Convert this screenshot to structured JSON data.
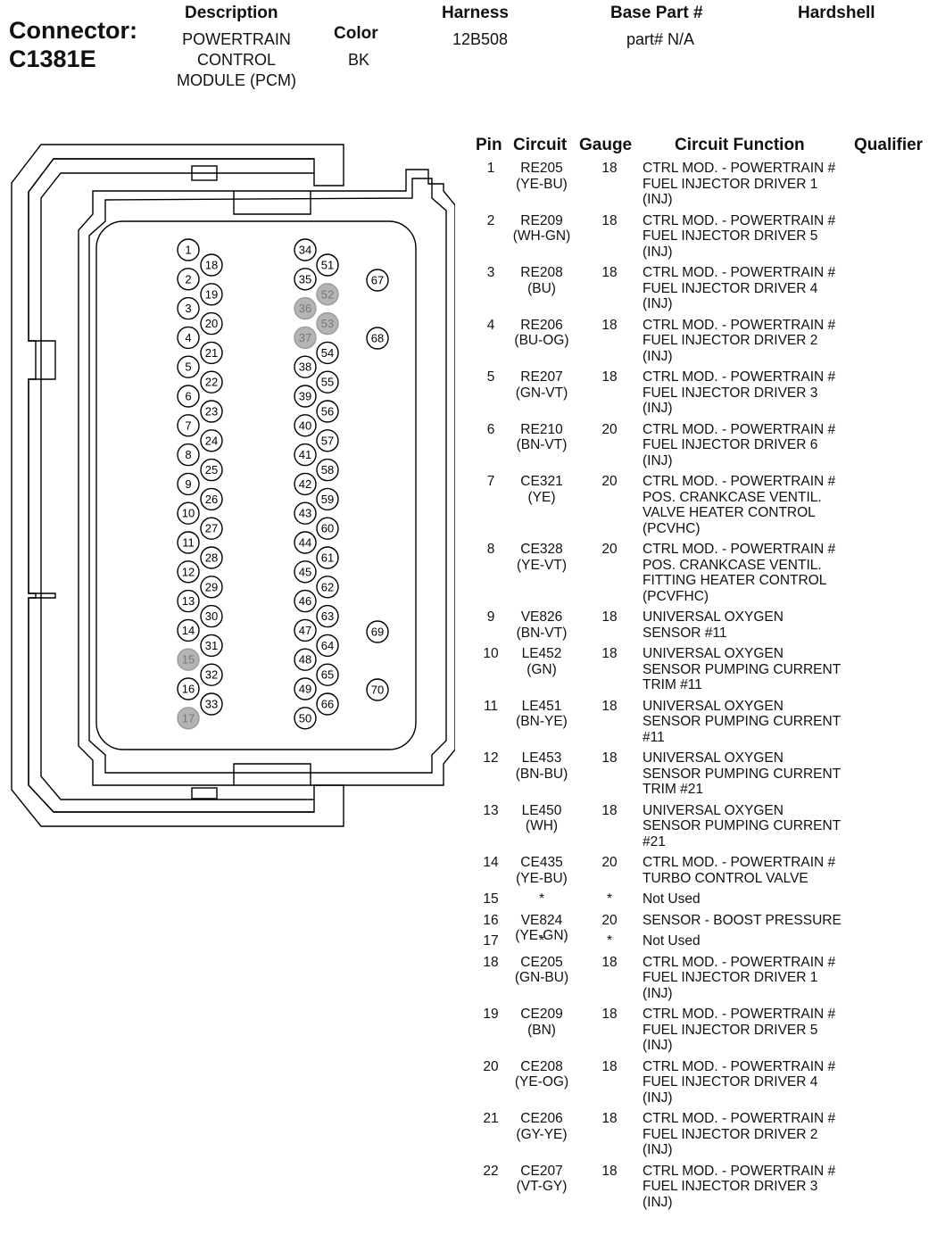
{
  "header": {
    "connector_label": "Connector:",
    "connector_id": "C1381E",
    "description_label": "Description",
    "description_lines": [
      "POWERTRAIN",
      "CONTROL",
      "MODULE (PCM)"
    ],
    "color_label": "Color",
    "color_value": "BK",
    "harness_label": "Harness",
    "harness_value": "12B508",
    "base_part_label": "Base Part #",
    "base_part_value": "part# N/A",
    "hardshell_label": "Hardshell"
  },
  "table_headers": {
    "pin": "Pin",
    "circuit": "Circuit",
    "gauge": "Gauge",
    "function": "Circuit Function",
    "qualifier": "Qualifier"
  },
  "connector": {
    "unused_pins": [
      15,
      17,
      36,
      37,
      52,
      53
    ],
    "pin_columns": [
      {
        "name": "column-a",
        "pins": [
          1,
          2,
          3,
          4,
          5,
          6,
          7,
          8,
          9,
          10,
          11,
          12,
          13,
          14,
          15,
          16,
          17
        ]
      },
      {
        "name": "column-b",
        "pins": [
          18,
          19,
          20,
          21,
          22,
          23,
          24,
          25,
          26,
          27,
          28,
          29,
          30,
          31,
          32,
          33
        ]
      },
      {
        "name": "column-c",
        "pins": [
          34,
          35,
          36,
          37,
          38,
          39,
          40,
          41,
          42,
          43,
          44,
          45,
          46,
          47,
          48,
          49,
          50
        ]
      },
      {
        "name": "column-d",
        "pins": [
          51,
          52,
          53,
          54,
          55,
          56,
          57,
          58,
          59,
          60,
          61,
          62,
          63,
          64,
          65,
          66
        ]
      },
      {
        "name": "column-e",
        "pins": [
          67,
          68,
          69,
          70
        ]
      }
    ]
  },
  "pins": [
    {
      "pin": "1",
      "circuit": "RE205",
      "color": "(YE-BU)",
      "gauge": "18",
      "function": [
        "CTRL MOD. - POWERTRAIN #",
        "FUEL INJECTOR DRIVER 1",
        "(INJ)"
      ]
    },
    {
      "pin": "2",
      "circuit": "RE209",
      "color": "(WH-GN)",
      "gauge": "18",
      "function": [
        "CTRL MOD. - POWERTRAIN #",
        "FUEL INJECTOR DRIVER 5",
        "(INJ)"
      ]
    },
    {
      "pin": "3",
      "circuit": "RE208",
      "color": "(BU)",
      "gauge": "18",
      "function": [
        "CTRL MOD. - POWERTRAIN #",
        "FUEL INJECTOR DRIVER 4",
        "(INJ)"
      ]
    },
    {
      "pin": "4",
      "circuit": "RE206",
      "color": "(BU-OG)",
      "gauge": "18",
      "function": [
        "CTRL MOD. - POWERTRAIN #",
        "FUEL INJECTOR DRIVER 2",
        "(INJ)"
      ]
    },
    {
      "pin": "5",
      "circuit": "RE207",
      "color": "(GN-VT)",
      "gauge": "18",
      "function": [
        "CTRL MOD. - POWERTRAIN #",
        "FUEL INJECTOR DRIVER 3",
        "(INJ)"
      ]
    },
    {
      "pin": "6",
      "circuit": "RE210",
      "color": "(BN-VT)",
      "gauge": "20",
      "function": [
        "CTRL MOD. - POWERTRAIN #",
        "FUEL INJECTOR DRIVER 6",
        "(INJ)"
      ]
    },
    {
      "pin": "7",
      "circuit": "CE321",
      "color": "(YE)",
      "gauge": "20",
      "function": [
        "CTRL MOD. - POWERTRAIN #",
        "POS. CRANKCASE VENTIL.",
        "VALVE HEATER CONTROL",
        "(PCVHC)"
      ]
    },
    {
      "pin": "8",
      "circuit": "CE328",
      "color": "(YE-VT)",
      "gauge": "20",
      "function": [
        "CTRL MOD. - POWERTRAIN #",
        "POS. CRANKCASE VENTIL.",
        "FITTING HEATER CONTROL",
        "(PCVFHC)"
      ]
    },
    {
      "pin": "9",
      "circuit": "VE826",
      "color": "(BN-VT)",
      "gauge": "18",
      "function": [
        "UNIVERSAL OXYGEN",
        "SENSOR #11"
      ]
    },
    {
      "pin": "10",
      "circuit": "LE452",
      "color": "(GN)",
      "gauge": "18",
      "function": [
        "UNIVERSAL OXYGEN",
        "SENSOR PUMPING CURRENT",
        "TRIM #11"
      ]
    },
    {
      "pin": "11",
      "circuit": "LE451",
      "color": "(BN-YE)",
      "gauge": "18",
      "function": [
        "UNIVERSAL OXYGEN",
        "SENSOR PUMPING CURRENT",
        "#11"
      ]
    },
    {
      "pin": "12",
      "circuit": "LE453",
      "color": "(BN-BU)",
      "gauge": "18",
      "function": [
        "UNIVERSAL OXYGEN",
        "SENSOR PUMPING CURRENT",
        "TRIM #21"
      ]
    },
    {
      "pin": "13",
      "circuit": "LE450",
      "color": "(WH)",
      "gauge": "18",
      "function": [
        "UNIVERSAL OXYGEN",
        "SENSOR PUMPING CURRENT",
        "#21"
      ]
    },
    {
      "pin": "14",
      "circuit": "CE435",
      "color": "(YE-BU)",
      "gauge": "20",
      "function": [
        "CTRL MOD. - POWERTRAIN #",
        "TURBO CONTROL VALVE"
      ]
    },
    {
      "pin": "15",
      "circuit": "*",
      "color": "",
      "gauge": "*",
      "function": [
        "Not Used"
      ]
    },
    {
      "pin": "16",
      "circuit": "VE824",
      "color": "(YE-GN)",
      "gauge": "20",
      "function": [
        "SENSOR - BOOST PRESSURE"
      ]
    },
    {
      "pin": "17",
      "circuit": "*",
      "color": "",
      "gauge": "*",
      "function": [
        "Not Used"
      ]
    },
    {
      "pin": "18",
      "circuit": "CE205",
      "color": "(GN-BU)",
      "gauge": "18",
      "function": [
        "CTRL MOD. - POWERTRAIN #",
        "FUEL INJECTOR DRIVER 1",
        "(INJ)"
      ]
    },
    {
      "pin": "19",
      "circuit": "CE209",
      "color": "(BN)",
      "gauge": "18",
      "function": [
        "CTRL MOD. - POWERTRAIN #",
        "FUEL INJECTOR DRIVER 5",
        "(INJ)"
      ]
    },
    {
      "pin": "20",
      "circuit": "CE208",
      "color": "(YE-OG)",
      "gauge": "18",
      "function": [
        "CTRL MOD. - POWERTRAIN #",
        "FUEL INJECTOR DRIVER 4",
        "(INJ)"
      ]
    },
    {
      "pin": "21",
      "circuit": "CE206",
      "color": "(GY-YE)",
      "gauge": "18",
      "function": [
        "CTRL MOD. - POWERTRAIN #",
        "FUEL INJECTOR DRIVER 2",
        "(INJ)"
      ]
    },
    {
      "pin": "22",
      "circuit": "CE207",
      "color": "(VT-GY)",
      "gauge": "18",
      "function": [
        "CTRL MOD. - POWERTRAIN #",
        "FUEL INJECTOR DRIVER 3",
        "(INJ)"
      ]
    }
  ]
}
